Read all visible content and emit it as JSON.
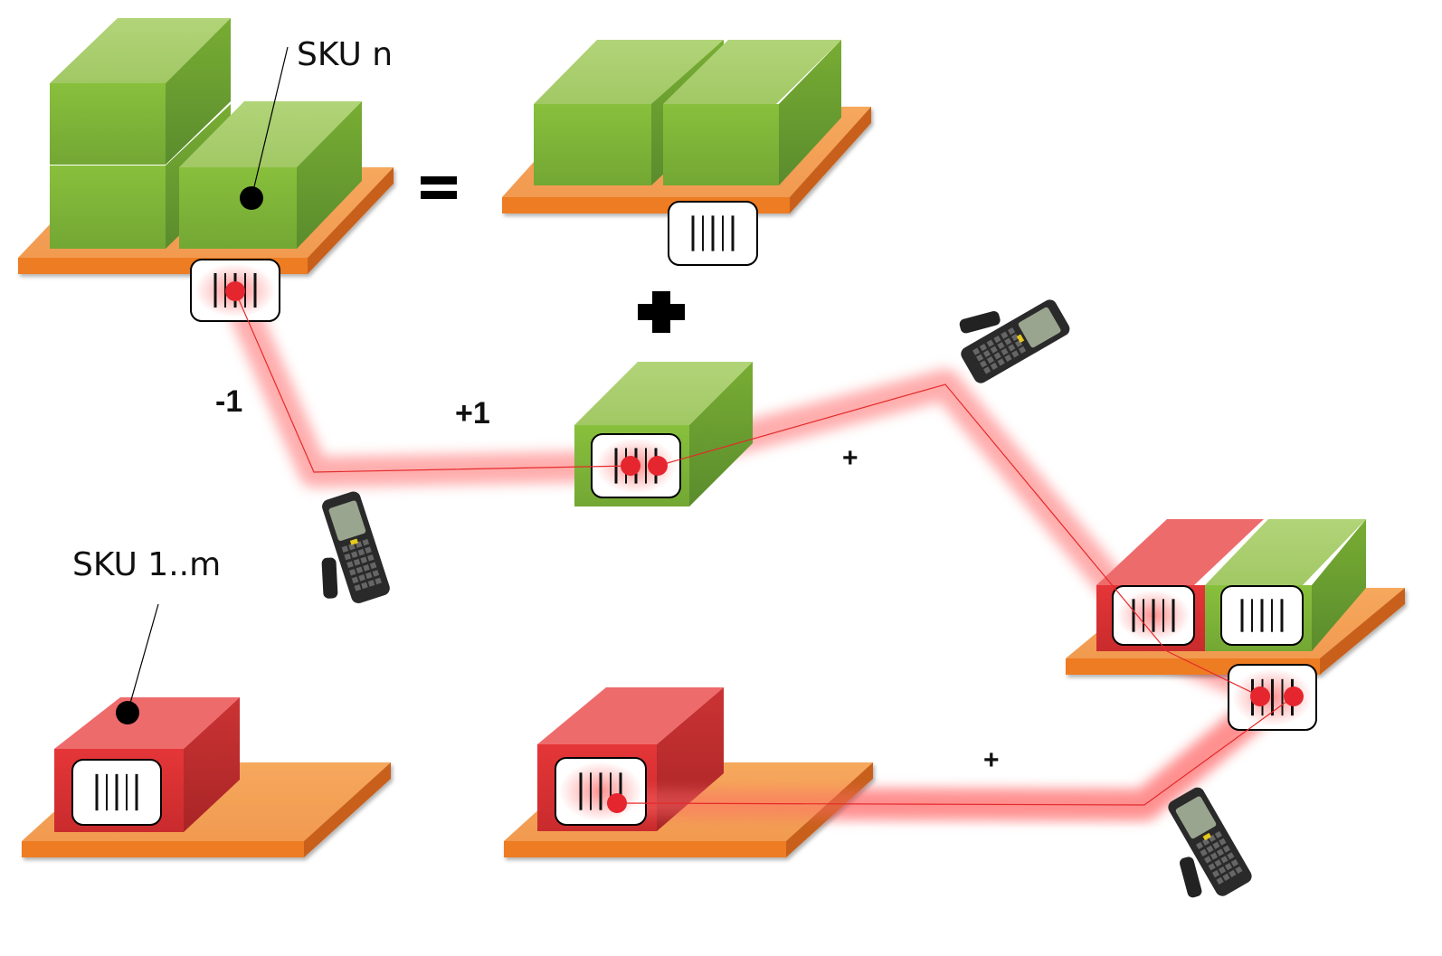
{
  "labels": {
    "sku_n": "SKU n",
    "sku_1m": "SKU 1..m",
    "equals": "=",
    "minus_one": "-1",
    "plus_one": "+1",
    "plus_small_1": "+",
    "plus_small_2": "+"
  },
  "colors": {
    "green_top": "#acd073",
    "green_front": "#80b83a",
    "green_side": "#5f9530",
    "red_top": "#ee6b6c",
    "red_front": "#e03435",
    "red_side": "#b62a2b",
    "pallet_top": "#f5a55a",
    "pallet_front": "#ee7c20",
    "pallet_side": "#c8601a",
    "laser": "#ff6b6b",
    "laser_dot": "#e5262f"
  }
}
